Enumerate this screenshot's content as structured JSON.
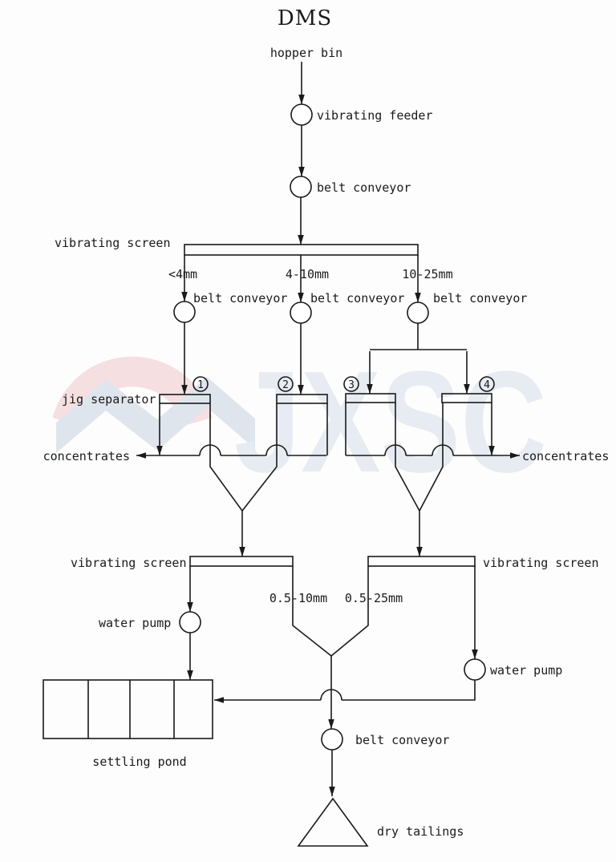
{
  "title": "DMS",
  "watermark": {
    "text": "JXSC"
  },
  "labels": {
    "hopper_bin": "hopper bin",
    "vibrating_feeder": "vibrating feeder",
    "belt_conveyor": "belt conveyor",
    "vibrating_screen": "vibrating screen",
    "jig_separator": "jig separator",
    "concentrates": "concentrates",
    "water_pump": "water pump",
    "settling_pond": "settling pond",
    "dry_tailings": "dry tailings"
  },
  "size_fractions": {
    "primary": [
      "<4mm",
      "4-10mm",
      "10-25mm"
    ],
    "secondary": [
      "0.5-10mm",
      "0.5-25mm"
    ]
  },
  "jig_units": [
    "1",
    "2",
    "3",
    "4"
  ],
  "colors": {
    "line": "#1a1a1a",
    "background": "#fdfdfd",
    "watermark_letters": "#e7ebf2",
    "watermark_arc": "#f6dfe0",
    "watermark_chevron": "#dfe5ed"
  }
}
